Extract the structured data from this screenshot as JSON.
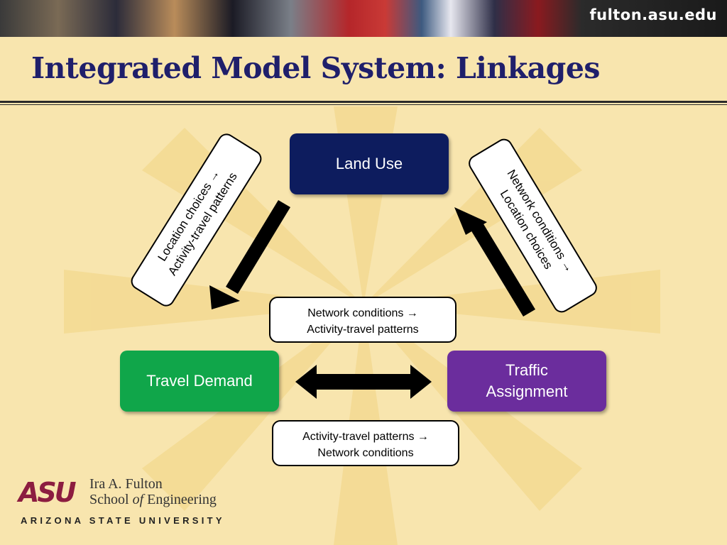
{
  "header": {
    "site": "fulton.asu.edu",
    "title": "Integrated Model System: Linkages"
  },
  "nodes": {
    "land_use": "Land Use",
    "travel_demand": "Travel Demand",
    "traffic_assignment_line1": "Traffic",
    "traffic_assignment_line2": "Assignment"
  },
  "linkages": {
    "land_to_demand": {
      "line1": "Location choices →",
      "line2": "Activity-travel patterns"
    },
    "traffic_to_land": {
      "line1": "Network conditions →",
      "line2": "Location choices"
    },
    "traffic_to_demand": {
      "line1": "Network conditions →",
      "line2": "Activity-travel patterns"
    },
    "demand_to_traffic": {
      "line1": "Activity-travel patterns →",
      "line2": "Network conditions"
    }
  },
  "colors": {
    "land_use": "#0d1c5e",
    "travel_demand": "#10a64a",
    "traffic_assignment": "#6b2d9d",
    "title": "#1f1f6b",
    "asu_maroon": "#8c1d40"
  },
  "logo": {
    "mark": "ASU",
    "school_line1": "Ira A. Fulton",
    "school_line2_a": "School ",
    "school_line2_of": "of",
    "school_line2_b": " Engineering",
    "university": "ARIZONA STATE UNIVERSITY"
  }
}
